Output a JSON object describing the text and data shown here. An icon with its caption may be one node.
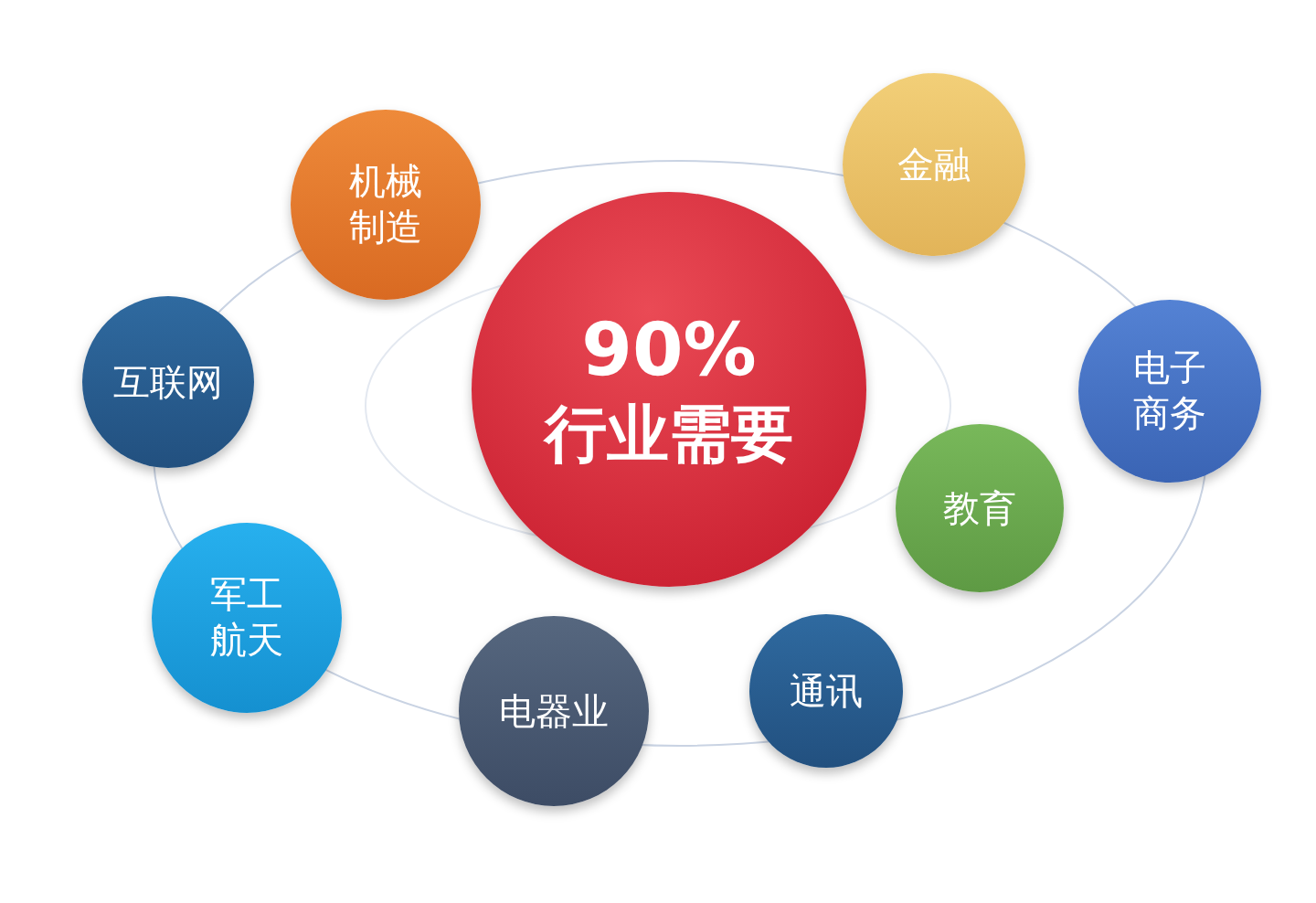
{
  "diagram": {
    "nodes": [
      {
        "text": [
          "90%",
          "行业需要"
        ]
      },
      {
        "text": [
          "机械制造"
        ]
      },
      {
        "text": [
          "金融"
        ]
      },
      {
        "text": [
          "互联网"
        ]
      },
      {
        "text": [
          "电子商务"
        ]
      },
      {
        "text": [
          "教育"
        ]
      },
      {
        "text": [
          "军工航天"
        ]
      },
      {
        "text": [
          "电器业"
        ]
      },
      {
        "text": [
          "通讯"
        ]
      }
    ]
  }
}
